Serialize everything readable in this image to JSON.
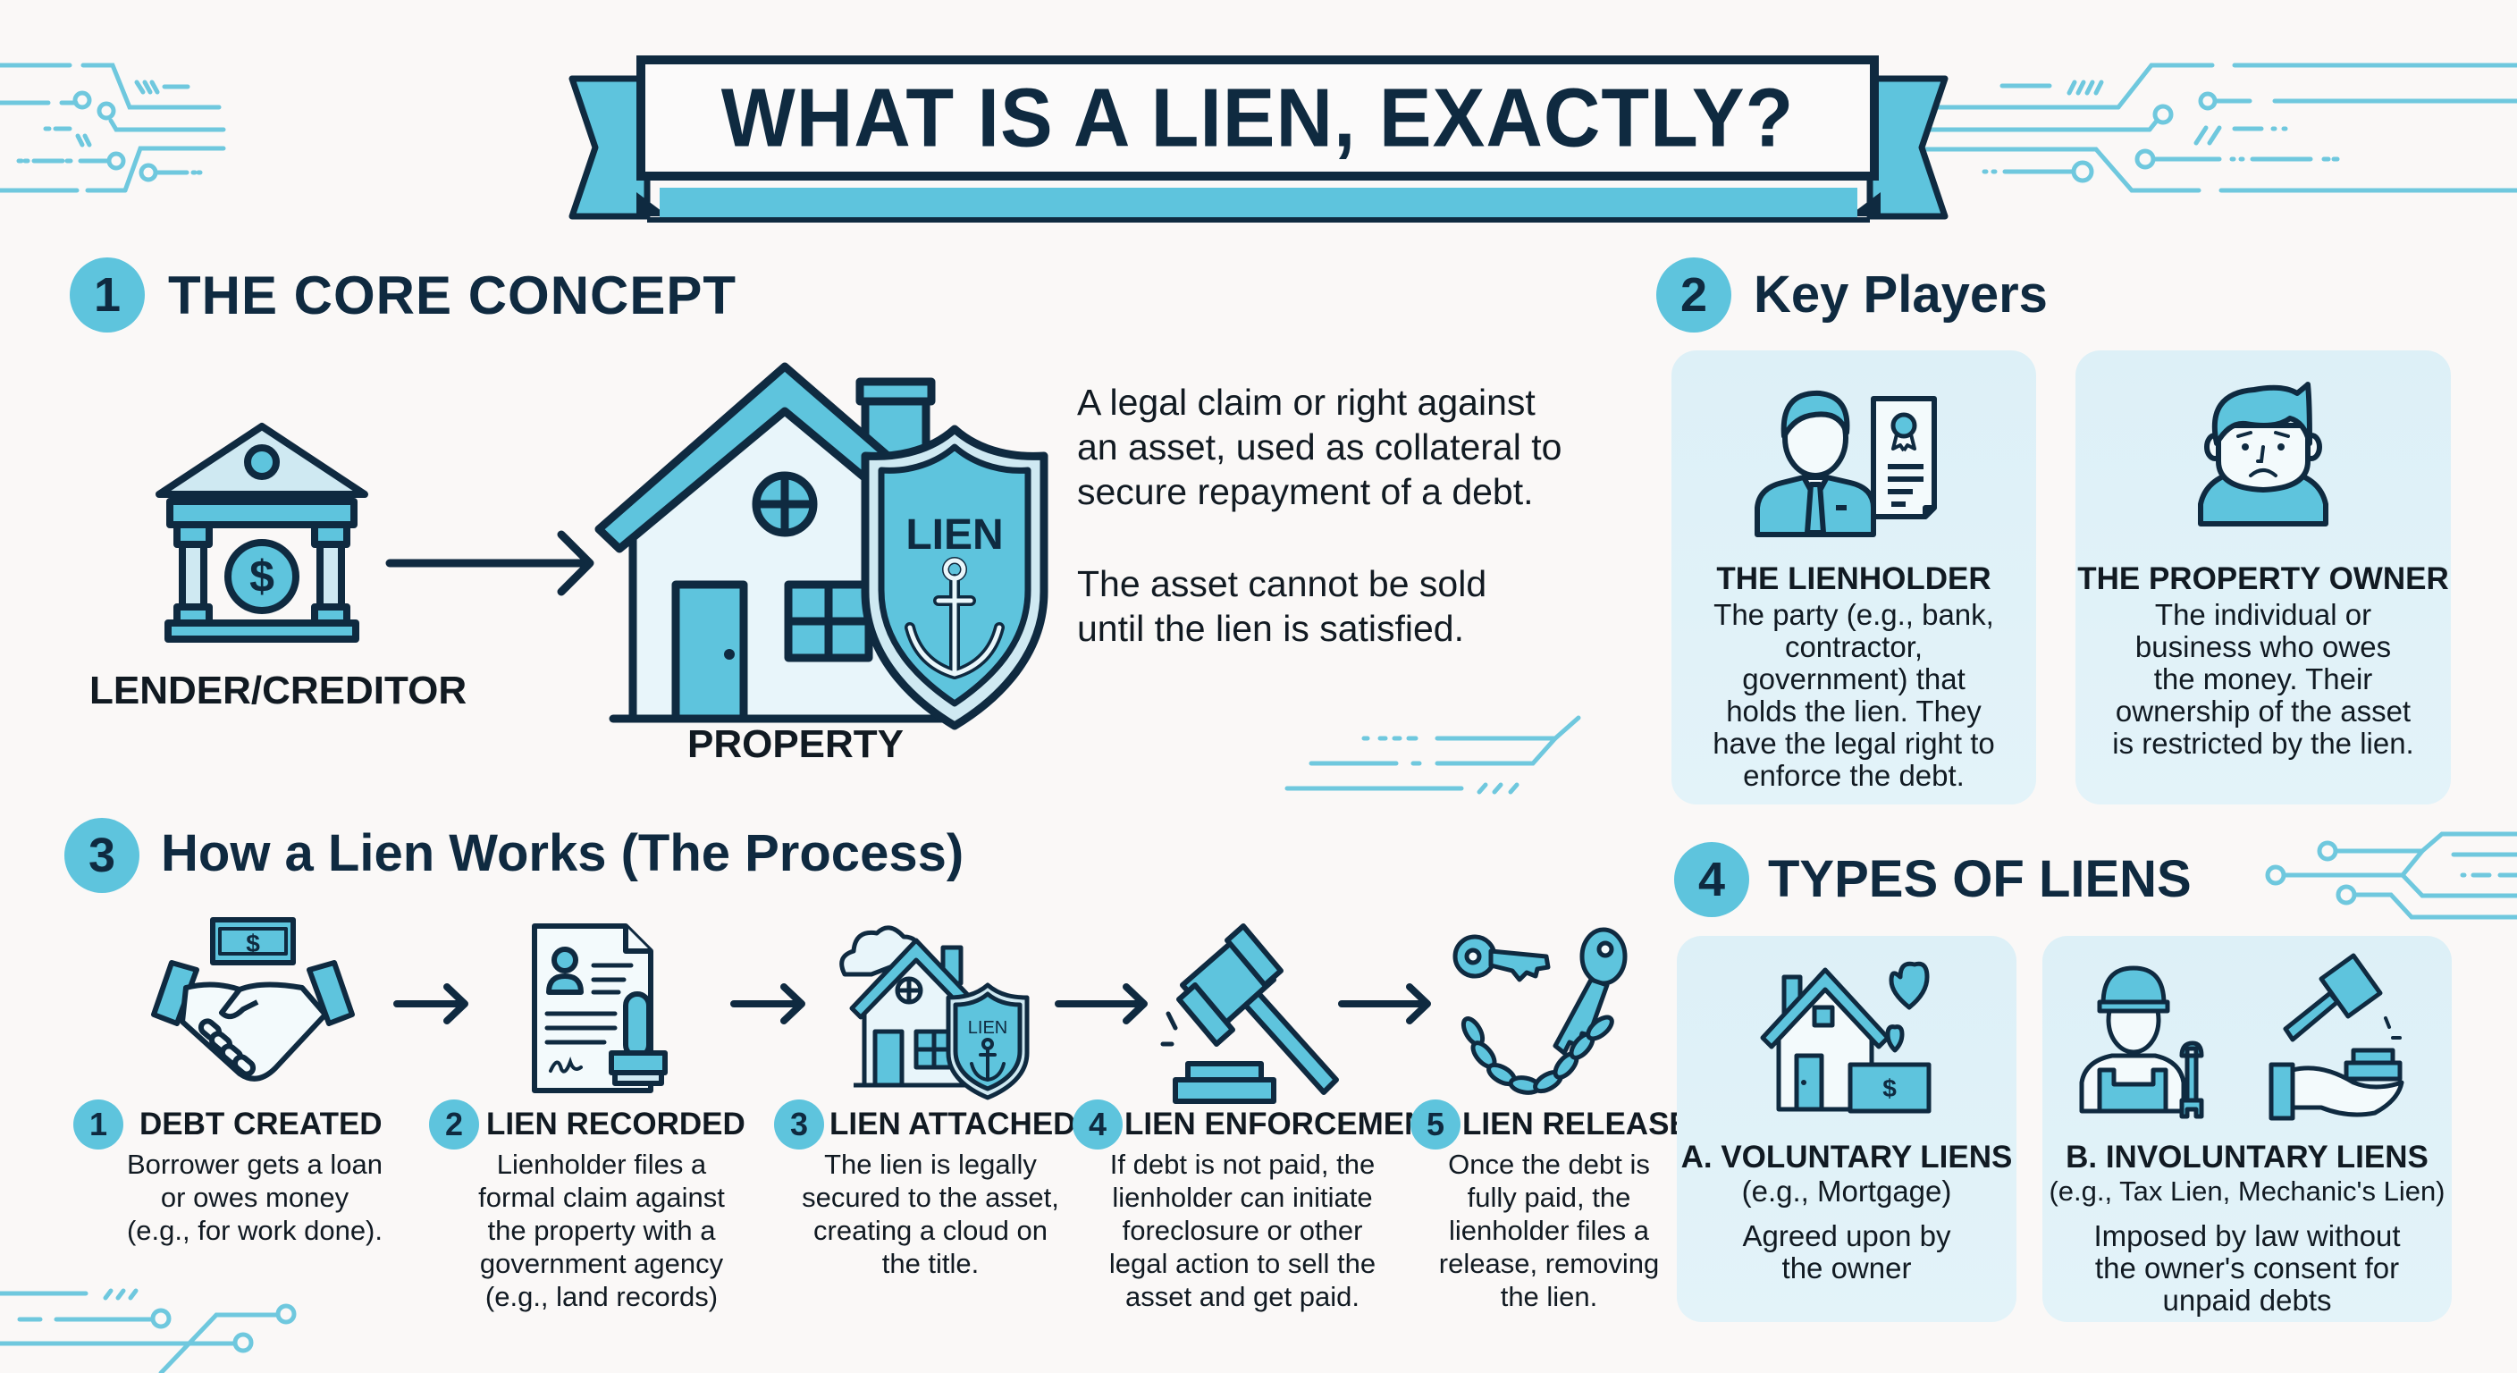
{
  "title": "WHAT IS A LIEN, EXACTLY?",
  "colors": {
    "background": "#faf8f7",
    "accent_cyan": "#5ec4dd",
    "navy": "#0f2a40",
    "card_bg": "#e0f2f8",
    "text": "#111a22"
  },
  "section1": {
    "number": "1",
    "heading": "THE CORE CONCEPT",
    "lender_label": "LENDER/CREDITOR",
    "property_label": "PROPERTY",
    "shield_text": "LIEN",
    "definition_lines": [
      "A legal claim or right against",
      "an asset, used as collateral to",
      "secure repayment of a debt."
    ],
    "note_lines": [
      "The asset cannot be sold",
      "until the lien is satisfied."
    ]
  },
  "section2": {
    "number": "2",
    "heading": "Key Players",
    "players": [
      {
        "title": "THE LIENHOLDER",
        "lines": [
          "The party (e.g., bank,",
          "contractor,",
          "government) that",
          "holds the lien. They",
          "have the legal right to",
          "enforce the debt."
        ]
      },
      {
        "title": "THE PROPERTY OWNER",
        "lines": [
          "The individual or",
          "business who owes",
          "the money. Their",
          "ownership of the asset",
          "is restricted by the lien."
        ]
      }
    ]
  },
  "section3": {
    "number": "3",
    "heading": "How a Lien Works (The Process)",
    "steps": [
      {
        "num": "1",
        "title": "DEBT CREATED",
        "lines": [
          "Borrower gets a loan",
          "or owes money",
          "(e.g., for work done)."
        ]
      },
      {
        "num": "2",
        "title": "LIEN RECORDED",
        "lines": [
          "Lienholder files a",
          "formal claim against",
          "the property with a",
          "government agency",
          "(e.g., land records)"
        ]
      },
      {
        "num": "3",
        "title": "LIEN ATTACHED",
        "icon_text": "LIEN",
        "lines": [
          "The lien is legally",
          "secured to the asset,",
          "creating a cloud on",
          "the title."
        ]
      },
      {
        "num": "4",
        "title": "LIEN ENFORCEMENT",
        "lines": [
          "If debt is not paid, the",
          "lienholder can initiate",
          "foreclosure or other",
          "legal action to sell the",
          "asset and get paid."
        ]
      },
      {
        "num": "5",
        "title": "LIEN RELEASE",
        "lines": [
          "Once the debt is",
          "fully paid, the",
          "lienholder files a",
          "release, removing",
          "the lien."
        ]
      }
    ]
  },
  "section4": {
    "number": "4",
    "heading": "TYPES OF LIENS",
    "types": [
      {
        "title": "A. VOLUNTARY LIENS",
        "example": "(e.g., Mortgage)",
        "lines": [
          "Agreed upon by",
          "the owner"
        ]
      },
      {
        "title": "B. INVOLUNTARY LIENS",
        "example": "(e.g., Tax Lien, Mechanic's Lien)",
        "lines": [
          "Imposed by law without",
          "the owner's consent for",
          "unpaid debts"
        ]
      }
    ]
  },
  "icons": {
    "bank": "bank-icon",
    "arrow": "arrow-right-icon",
    "house": "house-icon",
    "shield": "shield-anchor-icon",
    "lienholder": "businessman-certificate-icon",
    "owner": "worried-person-icon",
    "handshake": "handshake-money-icon",
    "document": "document-stamp-icon",
    "house_cloud": "house-cloud-shield-icon",
    "gavel": "gavel-icon",
    "keys": "keys-broken-chain-icon",
    "house_hearts": "house-hearts-money-icon",
    "worker": "construction-worker-icon",
    "gavel_hand": "gavel-hand-icon"
  }
}
